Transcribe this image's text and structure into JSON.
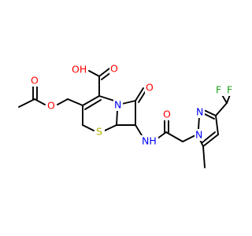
{
  "diagram": {
    "type": "skeletal-structure",
    "colors": {
      "bond": "#000000",
      "oxygen": "#ff0000",
      "nitrogen": "#0000ff",
      "sulfur": "#b2b200",
      "fluorine": "#1fa01f",
      "background": "#ffffff"
    },
    "labels": {
      "cooh": "OH",
      "acid_o": "O",
      "carbonyl_o_lactam": "O",
      "n_ring": "N",
      "sulfur": "S",
      "ester_o": "O",
      "acetyl_o": "O",
      "amide_nh": "NH",
      "amide_o": "O",
      "pyrazole_n1": "N",
      "pyrazole_n2": "N",
      "fluorine_1": "F",
      "fluorine_2": "F",
      "hydrogen": "H"
    }
  }
}
